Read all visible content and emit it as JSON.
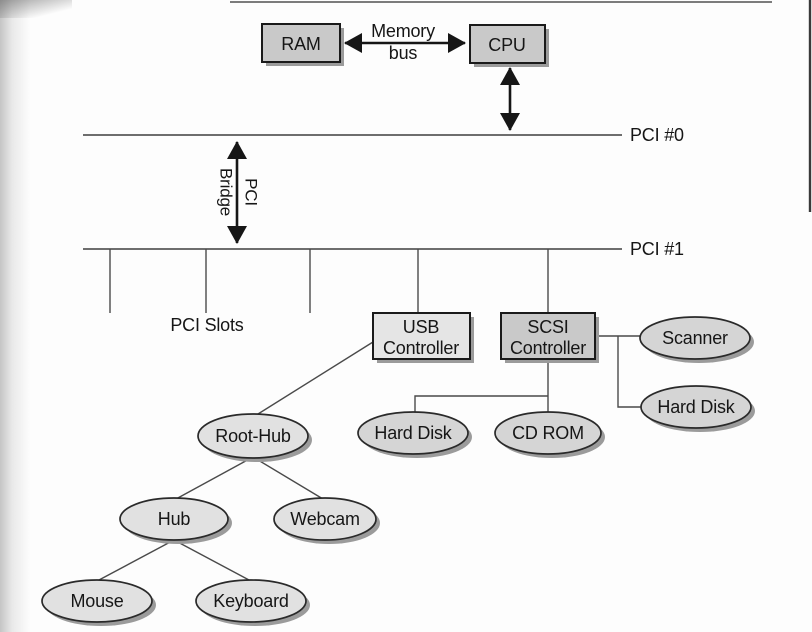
{
  "figure": {
    "ram": "RAM",
    "cpu": "CPU",
    "memory_bus_line1": "Memory",
    "memory_bus_line2": "bus",
    "pci_bus_0": "PCI #0",
    "pci_bus_1": "PCI #1",
    "pci_bridge_line1": "PCI",
    "pci_bridge_line2": "Bridge",
    "pci_slots": "PCI Slots",
    "usb_controller_line1": "USB",
    "usb_controller_line2": "Controller",
    "scsi_controller_line1": "SCSI",
    "scsi_controller_line2": "Controller",
    "root_hub": "Root-Hub",
    "hub": "Hub",
    "webcam": "Webcam",
    "mouse": "Mouse",
    "keyboard": "Keyboard",
    "hard_disk_scsi": "Hard Disk",
    "cd_rom": "CD ROM",
    "scanner": "Scanner",
    "hard_disk_scsi_2": "Hard Disk"
  },
  "colors": {
    "ram_cpu_fill": "#c9c9c9",
    "usb_fill": "#e5e5e5",
    "scsi_fill": "#c9c9c9",
    "usb_device_fill": "#e1e1e1",
    "scsi_device_fill": "#d5d5d5",
    "shadow": "#9b9b9b"
  }
}
